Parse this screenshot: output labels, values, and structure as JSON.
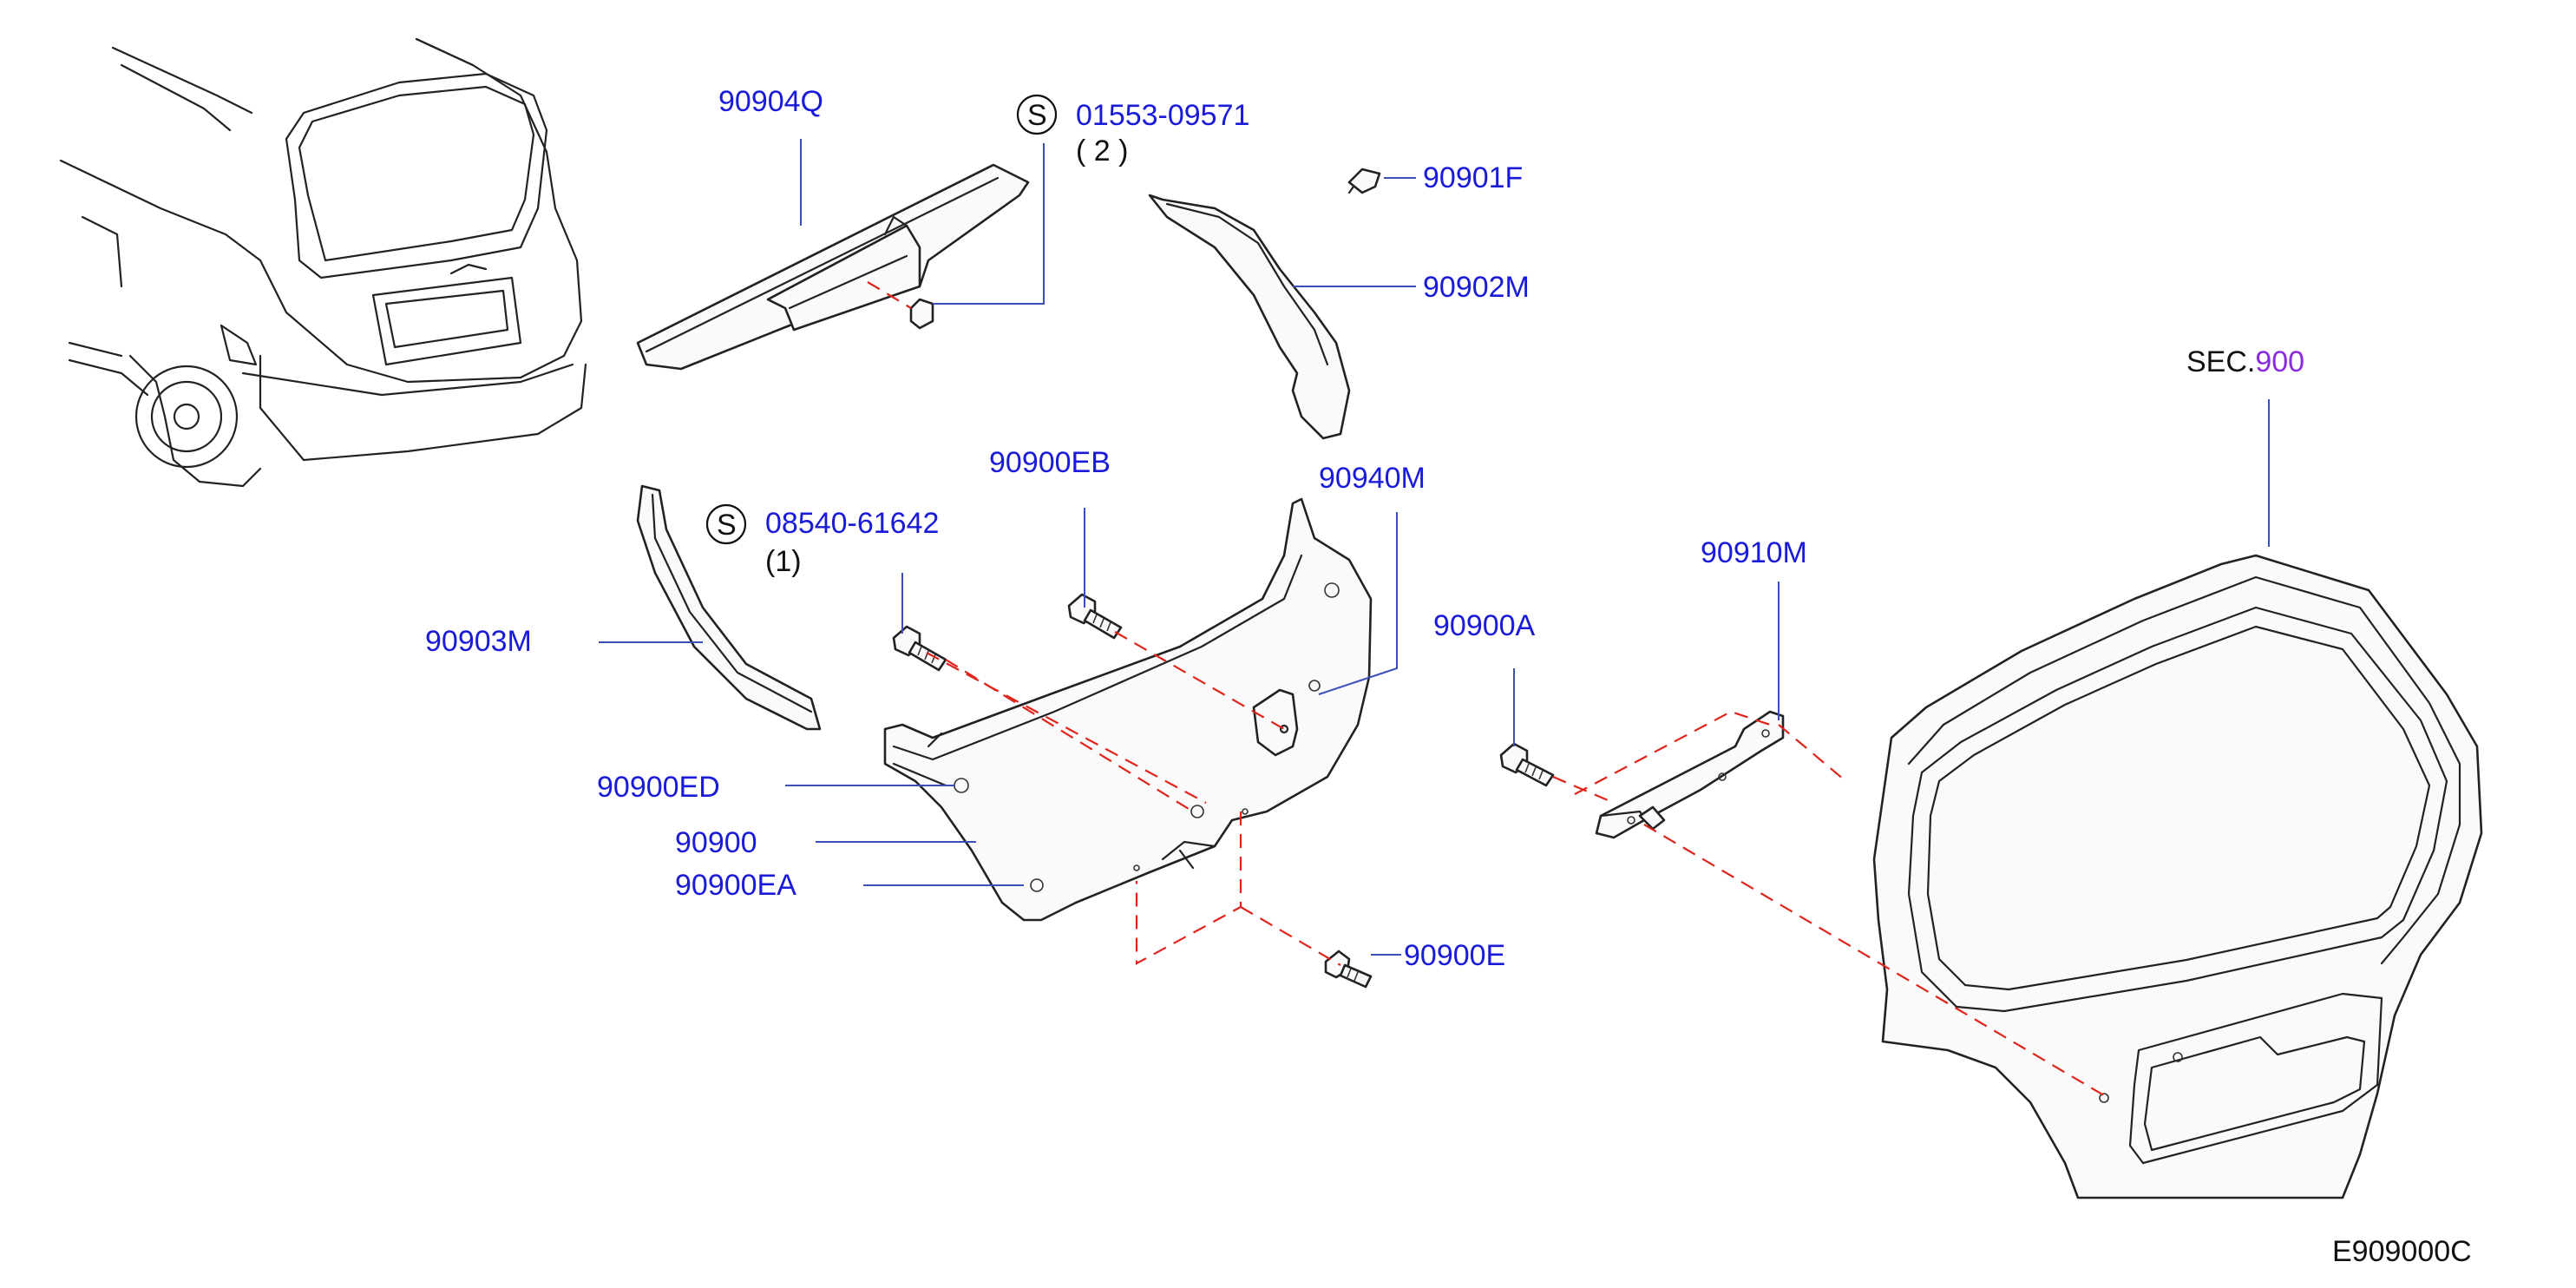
{
  "diagram": {
    "section_ref": {
      "prefix": "SEC.",
      "number": "900"
    },
    "figure_code": "E909000C",
    "callouts": {
      "p90904Q": "90904Q",
      "screw_s1_code": "S",
      "screw_s1_part": "01553-09571",
      "screw_s1_qty": "( 2 )",
      "p90901F": "90901F",
      "p90902M": "90902M",
      "p90900EB": "90900EB",
      "p90940M": "90940M",
      "screw_s2_code": "S",
      "screw_s2_part": "08540-61642",
      "screw_s2_qty": "(1)",
      "p90903M": "90903M",
      "p90910M": "90910M",
      "p90900A": "90900A",
      "p90900ED": "90900ED",
      "p90900": "90900",
      "p90900EA": "90900EA",
      "p90900E": "90900E"
    },
    "colors": {
      "label": "#1a1adb",
      "section_number": "#8a2be2",
      "dashed_guides": "#e0241b",
      "outline": "#222222"
    }
  }
}
